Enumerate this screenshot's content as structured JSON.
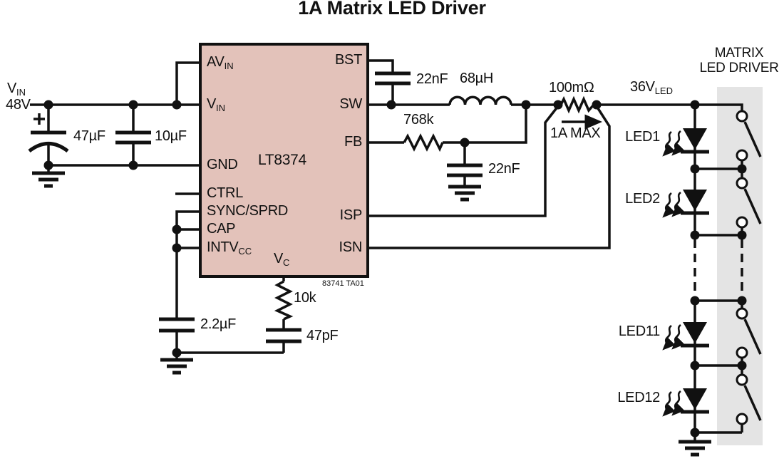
{
  "title": "1A Matrix LED Driver",
  "colors": {
    "ic_fill": "#e3c2ba",
    "matrix_band": "#e4e4e4",
    "line": "#111111"
  },
  "source": {
    "name_main": "V",
    "name_sub": "IN",
    "voltage": "48V"
  },
  "ic": {
    "name": "LT8374",
    "note": "83741 TA01",
    "left_pins": [
      {
        "main": "AV",
        "sub": "IN"
      },
      {
        "main": "V",
        "sub": "IN"
      },
      {
        "main": "GND",
        "sub": ""
      },
      {
        "main": "CTRL",
        "sub": ""
      },
      {
        "main": "SYNC/SPRD",
        "sub": ""
      },
      {
        "main": "CAP",
        "sub": ""
      },
      {
        "main": "INTV",
        "sub": "CC"
      }
    ],
    "right_pins": [
      "BST",
      "SW",
      "FB",
      "ISP",
      "ISN"
    ],
    "bottom_pin": {
      "main": "V",
      "sub": "C"
    }
  },
  "components": {
    "bulk_cap": "47µF",
    "input_cap": "10µF",
    "bst_cap": "22nF",
    "inductor": "68µH",
    "fb_resistor": "768k",
    "fb_cap": "22nF",
    "sense_resistor": "100mΩ",
    "current_note": "1A MAX",
    "output_main": "36V",
    "output_sub": "LED",
    "comp_resistor": "10k",
    "comp_cap": "47pF",
    "intvcc_cap": "2.2µF"
  },
  "leds": [
    "LED1",
    "LED2",
    "LED11",
    "LED12"
  ],
  "matrix_label_line1": "MATRIX",
  "matrix_label_line2": "LED DRIVER"
}
